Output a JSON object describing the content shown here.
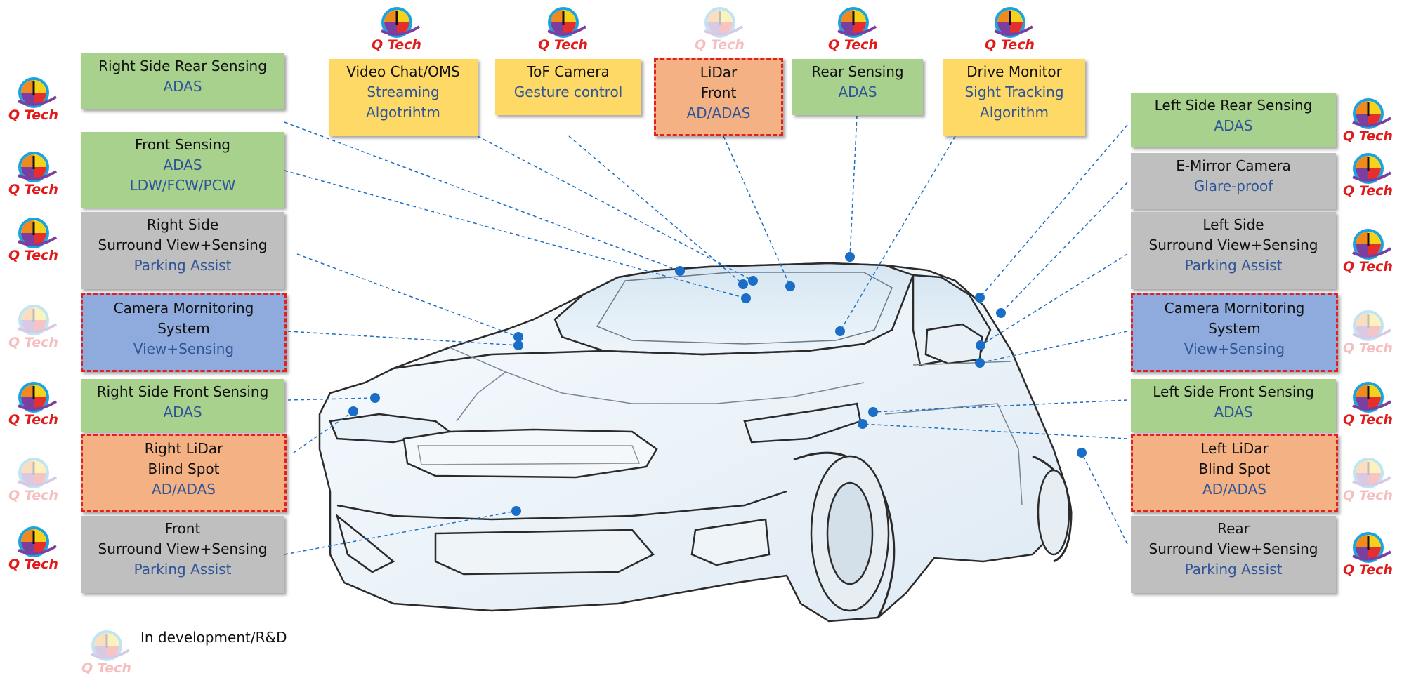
{
  "brand": "Q Tech",
  "colors": {
    "green": "#a9d18e",
    "yellow": "#ffd966",
    "gray": "#bfbfbf",
    "blue": "#8faadc",
    "orange": "#f4b183",
    "highlight_border": "#e32020",
    "subtitle": "#2f5597",
    "connector": "#1f6fc4"
  },
  "boxes": {
    "right_side_rear_sensing": {
      "title": "Right Side Rear Sensing",
      "sub": "ADAS",
      "logo": "active"
    },
    "front_sensing": {
      "title": "Front Sensing",
      "sub1": "ADAS",
      "sub2": "LDW/FCW/PCW",
      "logo": "active"
    },
    "right_side_surround": {
      "title1": "Right Side",
      "title2": "Surround View+Sensing",
      "sub": "Parking Assist",
      "logo": "active"
    },
    "right_camera_monitoring": {
      "title1": "Camera Mornitoring",
      "title2": "System",
      "sub": "View+Sensing",
      "logo": "in development"
    },
    "right_side_front_sensing": {
      "title": "Right Side Front Sensing",
      "sub": "ADAS",
      "logo": "active"
    },
    "right_lidar": {
      "title1": "Right LiDar",
      "title2": "Blind Spot",
      "sub": "AD/ADAS",
      "logo": "in development"
    },
    "front_surround": {
      "title1": "Front",
      "title2": "Surround View+Sensing",
      "sub": "Parking Assist",
      "logo": "active"
    },
    "video_chat_oms": {
      "title": "Video Chat/OMS",
      "sub1": "Streaming",
      "sub2": "Algotrihtm",
      "logo": "active"
    },
    "tof_camera": {
      "title": "ToF Camera",
      "sub": "Gesture control",
      "logo": "active"
    },
    "lidar_front": {
      "title1": "LiDar",
      "title2": "Front",
      "sub": "AD/ADAS",
      "logo": "in development"
    },
    "rear_sensing_top": {
      "title": "Rear Sensing",
      "sub": "ADAS",
      "logo": "active"
    },
    "drive_monitor": {
      "title": "Drive Monitor",
      "sub1": "Sight Tracking",
      "sub2": "Algorithm",
      "logo": "active"
    },
    "left_side_rear_sensing": {
      "title": "Left Side Rear Sensing",
      "sub": "ADAS",
      "logo": "active"
    },
    "e_mirror_camera": {
      "title": "E-Mirror Camera",
      "sub": "Glare-proof",
      "logo": "active"
    },
    "left_side_surround": {
      "title1": "Left Side",
      "title2": "Surround View+Sensing",
      "sub": "Parking Assist",
      "logo": "active"
    },
    "left_camera_monitoring": {
      "title1": "Camera Mornitoring",
      "title2": "System",
      "sub": "View+Sensing",
      "logo": "in development"
    },
    "left_side_front_sensing": {
      "title": "Left Side Front Sensing",
      "sub": "ADAS",
      "logo": "active"
    },
    "left_lidar": {
      "title1": "Left LiDar",
      "title2": "Blind Spot",
      "sub": "AD/ADAS",
      "logo": "in development"
    },
    "rear_surround": {
      "title1": "Rear",
      "title2": "Surround View+Sensing",
      "sub": "Parking Assist",
      "logo": "active"
    }
  },
  "legend": {
    "text": "In development/R&D"
  }
}
